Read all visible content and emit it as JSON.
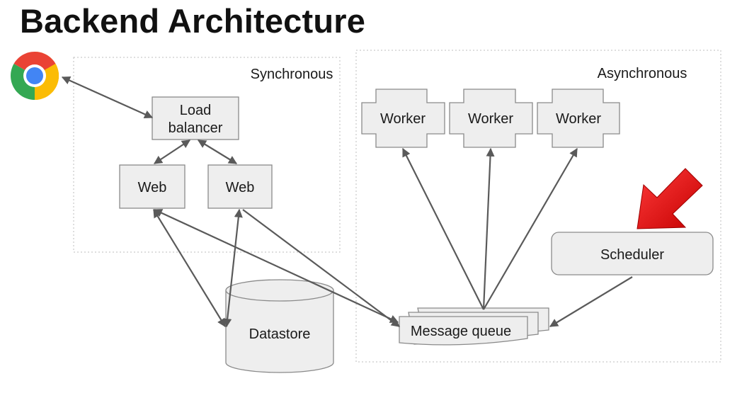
{
  "title": "Backend Architecture",
  "groups": {
    "sync_label": "Synchronous",
    "async_label": "Asynchronous"
  },
  "nodes": {
    "load_balancer": [
      "Load",
      "balancer"
    ],
    "web_1": "Web",
    "web_2": "Web",
    "workers": [
      "Worker",
      "Worker",
      "Worker"
    ],
    "scheduler": "Scheduler",
    "datastore": "Datastore",
    "message_queue": "Message queue"
  },
  "icons": {
    "browser": "chrome-browser-icon",
    "highlight": "red-pointer-arrow-icon"
  },
  "colors": {
    "node_fill": "#eeeeee",
    "node_stroke": "#8a8a8a",
    "arrow": "#5a5a5a",
    "highlight_arrow": "#e10000"
  }
}
